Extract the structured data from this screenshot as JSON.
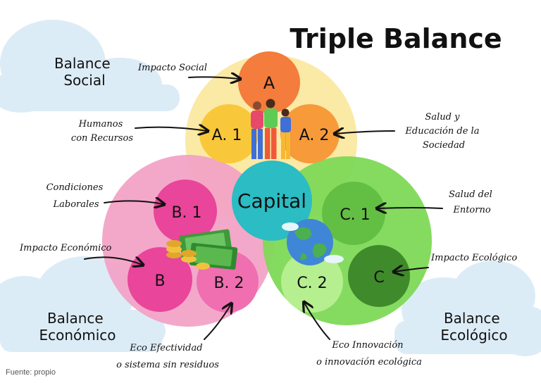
{
  "title": "Triple Balance",
  "source": "Fuente: propio",
  "colors": {
    "social_big": "#fbe9a6",
    "orange": "#f47c3c",
    "yellow": "#f9c83a",
    "economic_big": "#f2a1c4",
    "pink": "#e9459a",
    "pink_light": "#ef6fb1",
    "ecological_big": "#7ed957",
    "green_mid": "#62bf44",
    "green_dark": "#3f8a2a",
    "green_light": "#b6ef8f",
    "teal": "#2cbcc3",
    "cloud": "#dcecf7"
  },
  "cloud_labels": {
    "social": [
      "Balance",
      "Social"
    ],
    "economic": [
      "Balance",
      "Económico"
    ],
    "ecological": [
      "Balance",
      "Ecológico"
    ]
  },
  "nodes": {
    "a": "A",
    "a1": "A. 1",
    "a2": "A. 2",
    "capital": "Capital",
    "b": "B",
    "b1": "B. 1",
    "b2": "B. 2",
    "c": "C",
    "c1": "C. 1",
    "c2": "C. 2"
  },
  "annotations": {
    "impacto_social": "Impacto Social",
    "humanos": [
      "Humanos",
      "con Recursos"
    ],
    "salud_educacion": [
      "Salud y",
      "Educación de la",
      "Sociedad"
    ],
    "condiciones": [
      "Condiciones",
      "Laborales"
    ],
    "impacto_economico": "Impacto Económico",
    "salud_entorno": [
      "Salud del",
      "Entorno"
    ],
    "impacto_ecologico": "Impacto Ecológico",
    "eco_efectividad": [
      "Eco Efectividad",
      "o sistema sin residuos"
    ],
    "eco_innovacion": [
      "Eco Innovación",
      "o innovación ecológica"
    ]
  }
}
